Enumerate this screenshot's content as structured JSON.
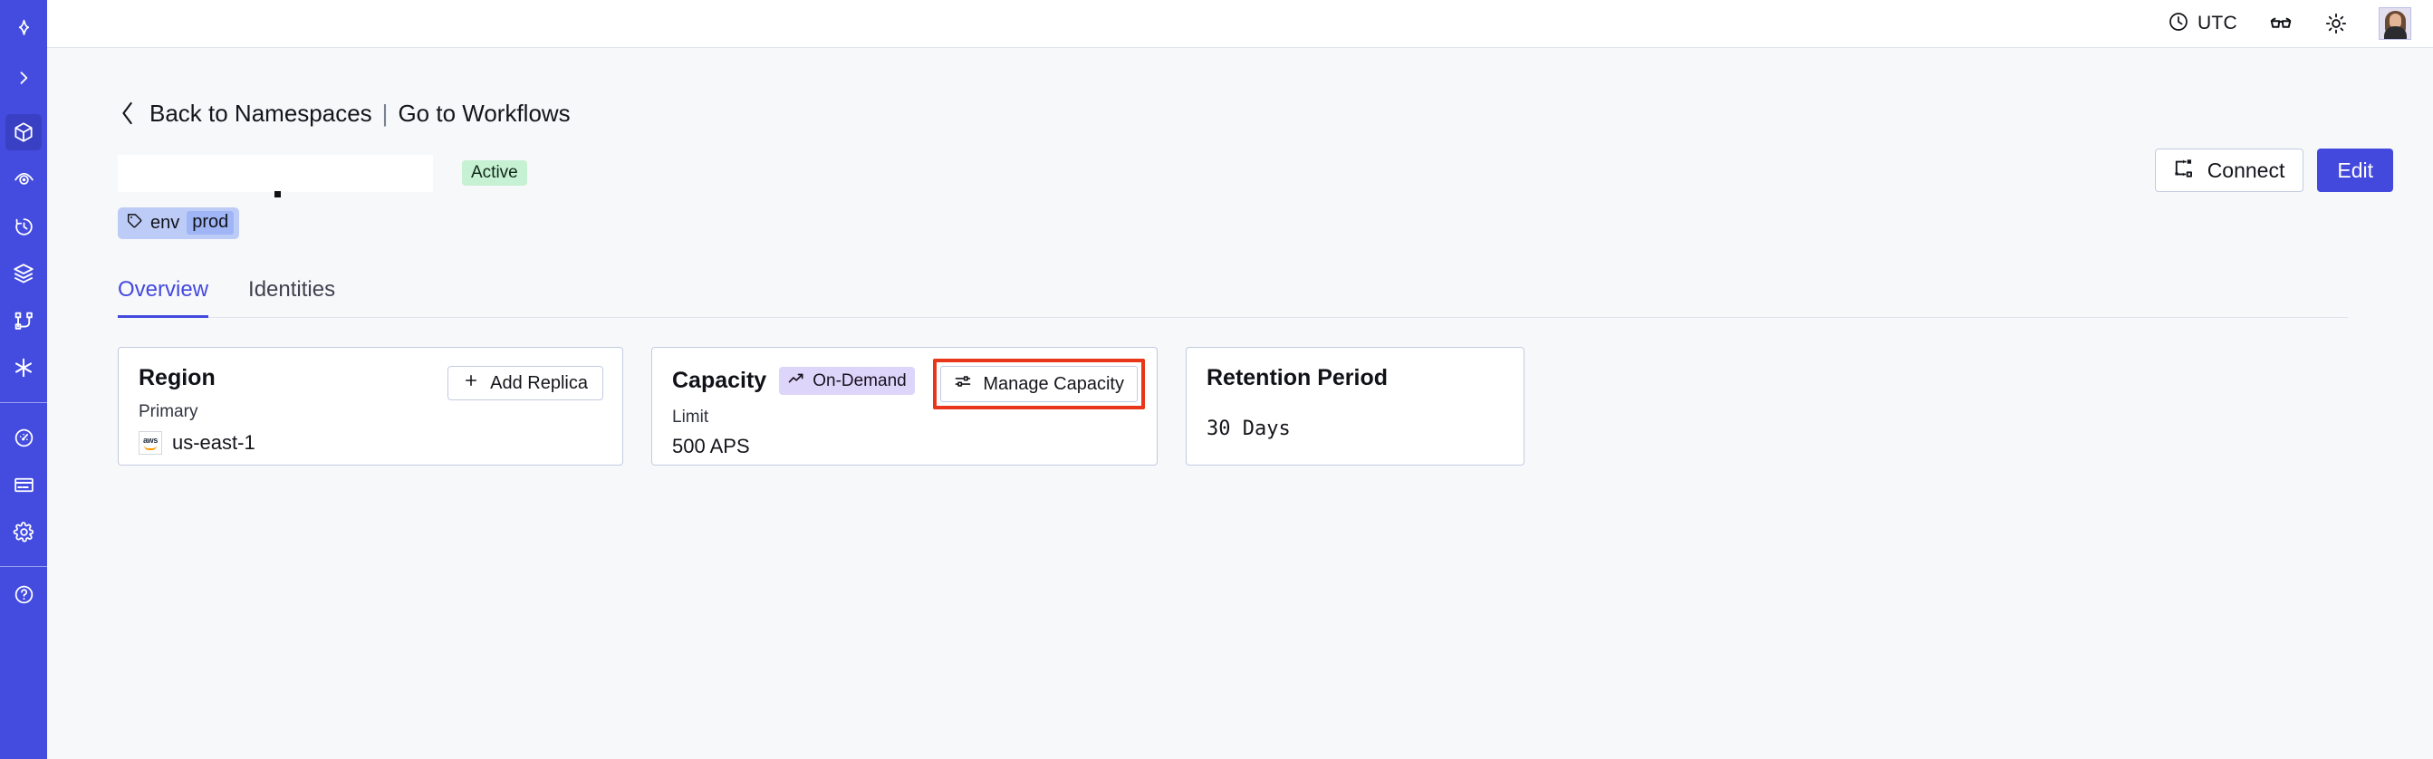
{
  "sidebar": {
    "logo": {
      "name": "temporal-logo-icon"
    },
    "expand": {
      "name": "chevron-right-icon",
      "label": "Expand navigation"
    },
    "items": [
      {
        "icon": "cube-icon",
        "label": "Namespaces",
        "active": true
      },
      {
        "icon": "eye-icon",
        "label": "Observability",
        "active": false
      },
      {
        "icon": "history-icon",
        "label": "Schedules",
        "active": false
      },
      {
        "icon": "layers-icon",
        "label": "Batch Operations",
        "active": false
      },
      {
        "icon": "workflow-icon",
        "label": "Workflows",
        "active": false
      },
      {
        "icon": "asterisk-icon",
        "label": "Nexus",
        "active": false
      }
    ],
    "items_lower": [
      {
        "icon": "gauge-icon",
        "label": "Usage",
        "active": false
      },
      {
        "icon": "credit-card-icon",
        "label": "Billing",
        "active": false
      },
      {
        "icon": "gear-icon",
        "label": "Settings",
        "active": false
      }
    ]
  },
  "topbar": {
    "timezone_icon": "clock-icon",
    "timezone_label": "UTC",
    "reader_icon": "reading-glasses-icon",
    "theme_icon": "sun-icon",
    "avatar_label": "User avatar"
  },
  "breadcrumb": {
    "back_icon": "chevron-left-icon",
    "back_label": "Back to Namespaces",
    "separator": "|",
    "forward_label": "Go to Workflows"
  },
  "namespace": {
    "title": "",
    "title_redacted": true,
    "status_label": "Active",
    "status_color": "#c6f1d2",
    "tag_icon": "tag-icon",
    "tag_key": "env",
    "tag_value": "prod"
  },
  "actions": {
    "connect_icon": "connect-icon",
    "connect_label": "Connect",
    "edit_label": "Edit",
    "edit_color": "#4349dd"
  },
  "tabs": [
    {
      "label": "Overview",
      "selected": true
    },
    {
      "label": "Identities",
      "selected": false
    }
  ],
  "cards": {
    "region": {
      "title": "Region",
      "action_icon": "plus-icon",
      "action_label": "Add Replica",
      "sublabel": "Primary",
      "provider_icon": "aws-logo",
      "provider_text": "aws",
      "value": "us-east-1"
    },
    "capacity": {
      "title": "Capacity",
      "badge_icon": "trending-up-icon",
      "badge_label": "On-Demand",
      "badge_color": "#ded5fa",
      "action_icon": "sliders-icon",
      "action_label": "Manage Capacity",
      "action_highlighted": true,
      "highlight_color": "#e8361a",
      "sublabel": "Limit",
      "value": "500 APS"
    },
    "retention": {
      "title": "Retention Period",
      "value": "30 Days"
    }
  }
}
